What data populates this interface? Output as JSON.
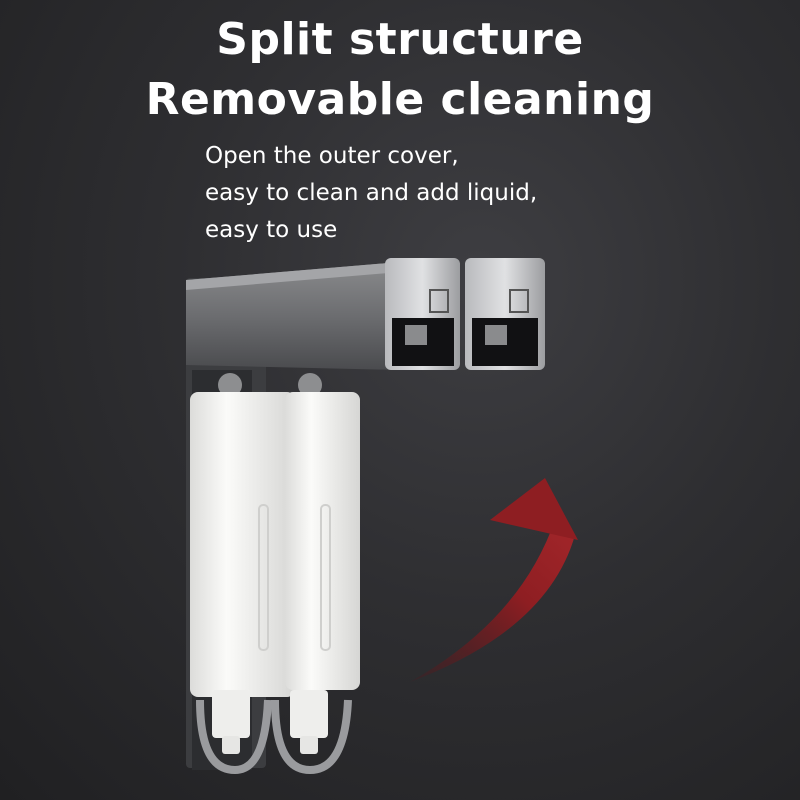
{
  "headline": {
    "line1": "Split structure",
    "line2": "Removable cleaning"
  },
  "description": {
    "line1": "Open the outer cover,",
    "line2": "easy to clean and add liquid,",
    "line3": "easy to use"
  },
  "colors": {
    "background": "#2e2e31",
    "arrow": "#8e1e22",
    "bottle": "#f2f2f0",
    "cover": "#6f7072"
  },
  "icons": {
    "arrow": "curved-up-arrow-icon"
  }
}
